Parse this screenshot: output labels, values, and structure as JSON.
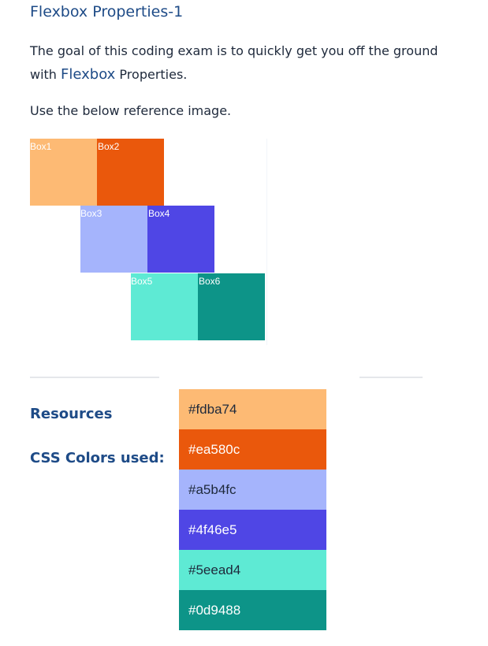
{
  "page": {
    "title": "Flexbox Properties-1",
    "intro_before": "The goal of this coding exam is to quickly get you off the ground with ",
    "intro_highlight": "Flexbox",
    "intro_after": " Properties.",
    "reference_note": "Use the below reference image."
  },
  "reference_boxes": [
    {
      "label": "Box1",
      "color": "#fdba74"
    },
    {
      "label": "Box2",
      "color": "#ea580c"
    },
    {
      "label": "Box3",
      "color": "#a5b4fc"
    },
    {
      "label": "Box4",
      "color": "#4f46e5"
    },
    {
      "label": "Box5",
      "color": "#5eead4"
    },
    {
      "label": "Box6",
      "color": "#0d9488"
    }
  ],
  "resources": {
    "heading": "Resources",
    "colors_heading": "CSS Colors used:",
    "colors": [
      {
        "label": "#fdba74",
        "color": "#fdba74",
        "text_color": "#1e293b"
      },
      {
        "label": "#ea580c",
        "color": "#ea580c",
        "text_color": "#ffffff"
      },
      {
        "label": "#a5b4fc",
        "color": "#a5b4fc",
        "text_color": "#1e293b"
      },
      {
        "label": "#4f46e5",
        "color": "#4f46e5",
        "text_color": "#ffffff"
      },
      {
        "label": "#5eead4",
        "color": "#5eead4",
        "text_color": "#1e293b"
      },
      {
        "label": "#0d9488",
        "color": "#0d9488",
        "text_color": "#ffffff"
      }
    ]
  }
}
